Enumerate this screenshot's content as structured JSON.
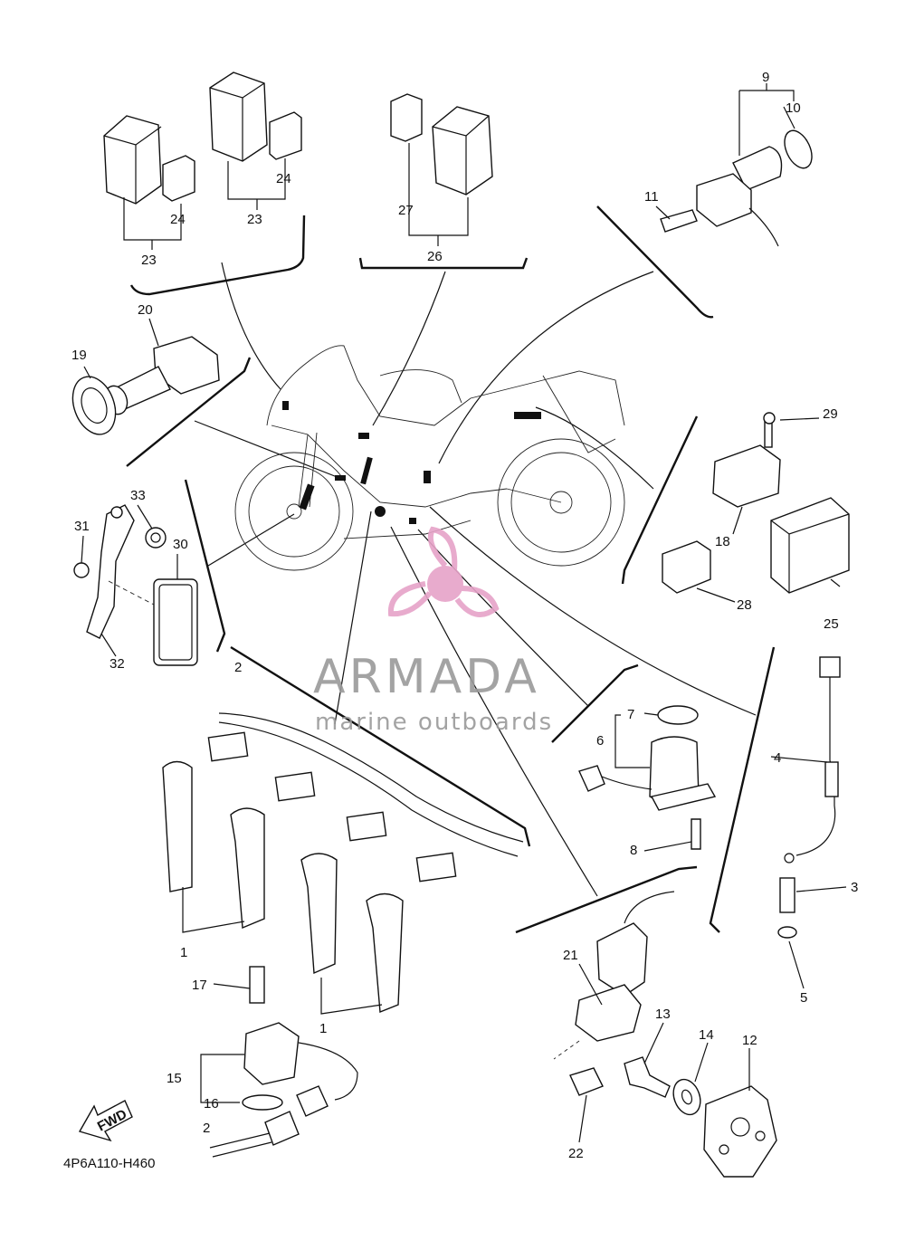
{
  "diagram": {
    "code": "4P6A110-H460",
    "fwd_label": "FWD",
    "labels": [
      {
        "id": "1a",
        "text": "1"
      },
      {
        "id": "1b",
        "text": "1"
      },
      {
        "id": "2a",
        "text": "2"
      },
      {
        "id": "2b",
        "text": "2"
      },
      {
        "id": "3",
        "text": "3"
      },
      {
        "id": "4",
        "text": "4"
      },
      {
        "id": "5",
        "text": "5"
      },
      {
        "id": "6",
        "text": "6"
      },
      {
        "id": "7",
        "text": "7"
      },
      {
        "id": "8",
        "text": "8"
      },
      {
        "id": "9",
        "text": "9"
      },
      {
        "id": "10",
        "text": "10"
      },
      {
        "id": "11",
        "text": "11"
      },
      {
        "id": "12",
        "text": "12"
      },
      {
        "id": "13",
        "text": "13"
      },
      {
        "id": "14",
        "text": "14"
      },
      {
        "id": "15",
        "text": "15"
      },
      {
        "id": "16",
        "text": "16"
      },
      {
        "id": "17",
        "text": "17"
      },
      {
        "id": "18",
        "text": "18"
      },
      {
        "id": "19",
        "text": "19"
      },
      {
        "id": "20",
        "text": "20"
      },
      {
        "id": "21",
        "text": "21"
      },
      {
        "id": "22",
        "text": "22"
      },
      {
        "id": "23a",
        "text": "23"
      },
      {
        "id": "23b",
        "text": "23"
      },
      {
        "id": "24a",
        "text": "24"
      },
      {
        "id": "24b",
        "text": "24"
      },
      {
        "id": "25",
        "text": "25"
      },
      {
        "id": "26",
        "text": "26"
      },
      {
        "id": "27",
        "text": "27"
      },
      {
        "id": "28",
        "text": "28"
      },
      {
        "id": "29",
        "text": "29"
      },
      {
        "id": "30",
        "text": "30"
      },
      {
        "id": "31",
        "text": "31"
      },
      {
        "id": "32",
        "text": "32"
      },
      {
        "id": "33",
        "text": "33"
      }
    ]
  },
  "watermark": {
    "brand": "ARMADA",
    "tagline": "marine outboards",
    "logo_color": "#e6a3c8",
    "text_color": "#9a9a9a"
  }
}
